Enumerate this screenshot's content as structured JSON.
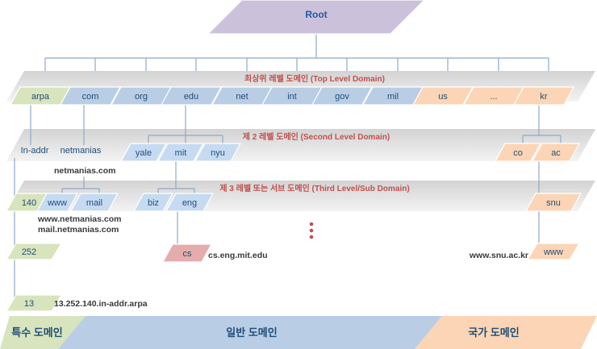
{
  "root": {
    "label": "Root"
  },
  "level_labels": {
    "top": "최상위 레벨 도메인 (Top Level Domain)",
    "second": "제 2 레벨 도메인 (Second Level Domain)",
    "third": "제 3 레벨 또는 서브 도메인 (Third Level/Sub Domain)"
  },
  "tld": [
    "arpa",
    "com",
    "org",
    "edu",
    "net",
    "int",
    "gov",
    "mil",
    "us",
    "...",
    "kr"
  ],
  "second_level": {
    "in_addr": "In-addr",
    "netmanias": "netmanias",
    "yale": "yale",
    "mit": "mit",
    "nyu": "nyu",
    "co": "co",
    "ac": "ac"
  },
  "third_level": {
    "n140": "140",
    "www": "www",
    "mail": "mail",
    "biz": "biz",
    "eng": "eng",
    "snu": "snu"
  },
  "fourth_level": {
    "n252": "252",
    "cs": "cs",
    "www": "www"
  },
  "fifth_level": {
    "n13": "13"
  },
  "fqdn": {
    "netmanias": "netmanias.com",
    "www_netmanias": "www.netmanias.com",
    "mail_netmanias": "mail.netmanias.com",
    "cs_eng_mit": "cs.eng.mit.edu",
    "www_snu": "www.snu.ac.kr",
    "reverse": "13.252.140.in-addr.arpa"
  },
  "categories": {
    "special": "특수 도메인",
    "generic": "일반 도메인",
    "country": "국가 도메인"
  },
  "colors": {
    "root": "#ccc1da",
    "special": "#d7e4bd",
    "generic": "#b9cde5",
    "generic_light": "#c6dbf1",
    "country": "#fbd5b5",
    "highlight": "#e4adab",
    "level_label": "#c0504d",
    "ellipsis_dots": "#c0504d"
  }
}
